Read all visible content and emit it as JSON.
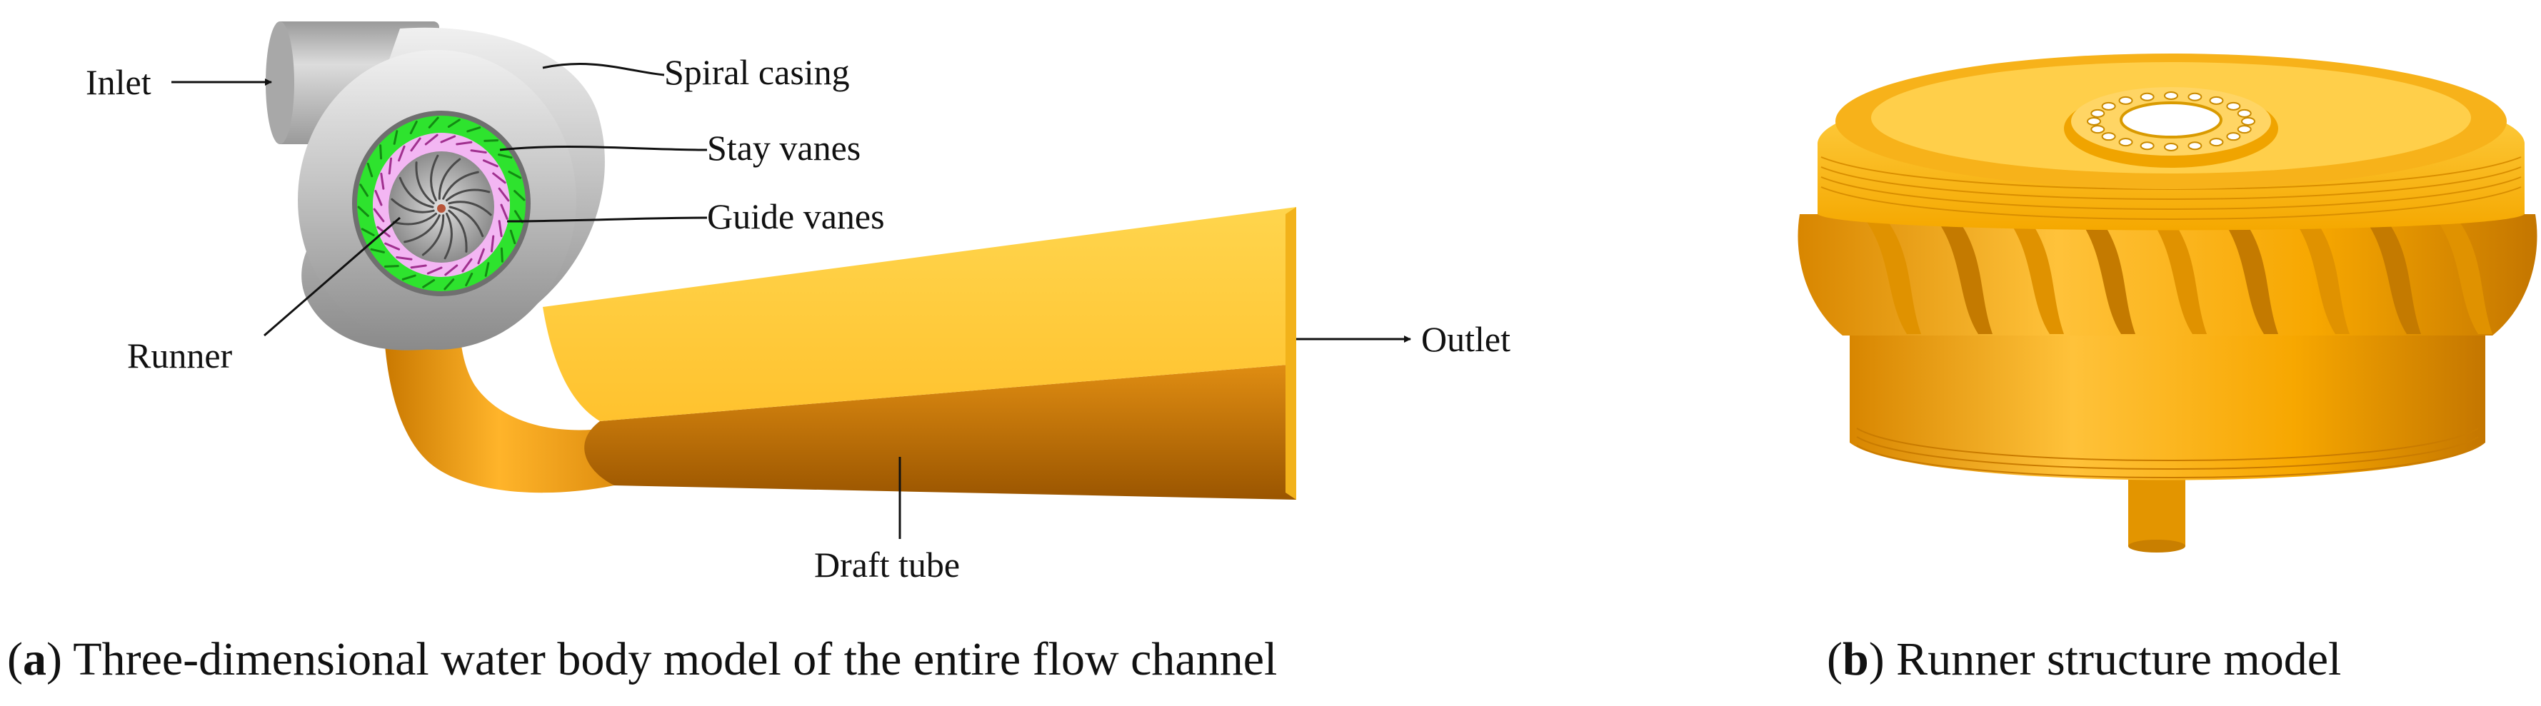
{
  "panel_a": {
    "labels": {
      "inlet": "Inlet",
      "spiral_casing": "Spiral casing",
      "stay_vanes": "Stay vanes",
      "guide_vanes": "Guide vanes",
      "runner": "Runner",
      "outlet": "Outlet",
      "draft_tube": "Draft tube"
    },
    "caption": {
      "open": "(",
      "letter": "a",
      "text": ") Three-dimensional water body model of the entire flow channel"
    }
  },
  "panel_b": {
    "caption": {
      "open": "(",
      "letter": "b",
      "text": ") Runner structure model"
    }
  },
  "colors": {
    "casing": "#c9c9c9",
    "stay_vanes": "#33ee33",
    "guide_vanes": "#f0b0f0",
    "runner": "#9a9a9a",
    "draft_tube_light": "#ffc840",
    "draft_tube_dark": "#b86a00",
    "runner_model": "#f5a800"
  }
}
